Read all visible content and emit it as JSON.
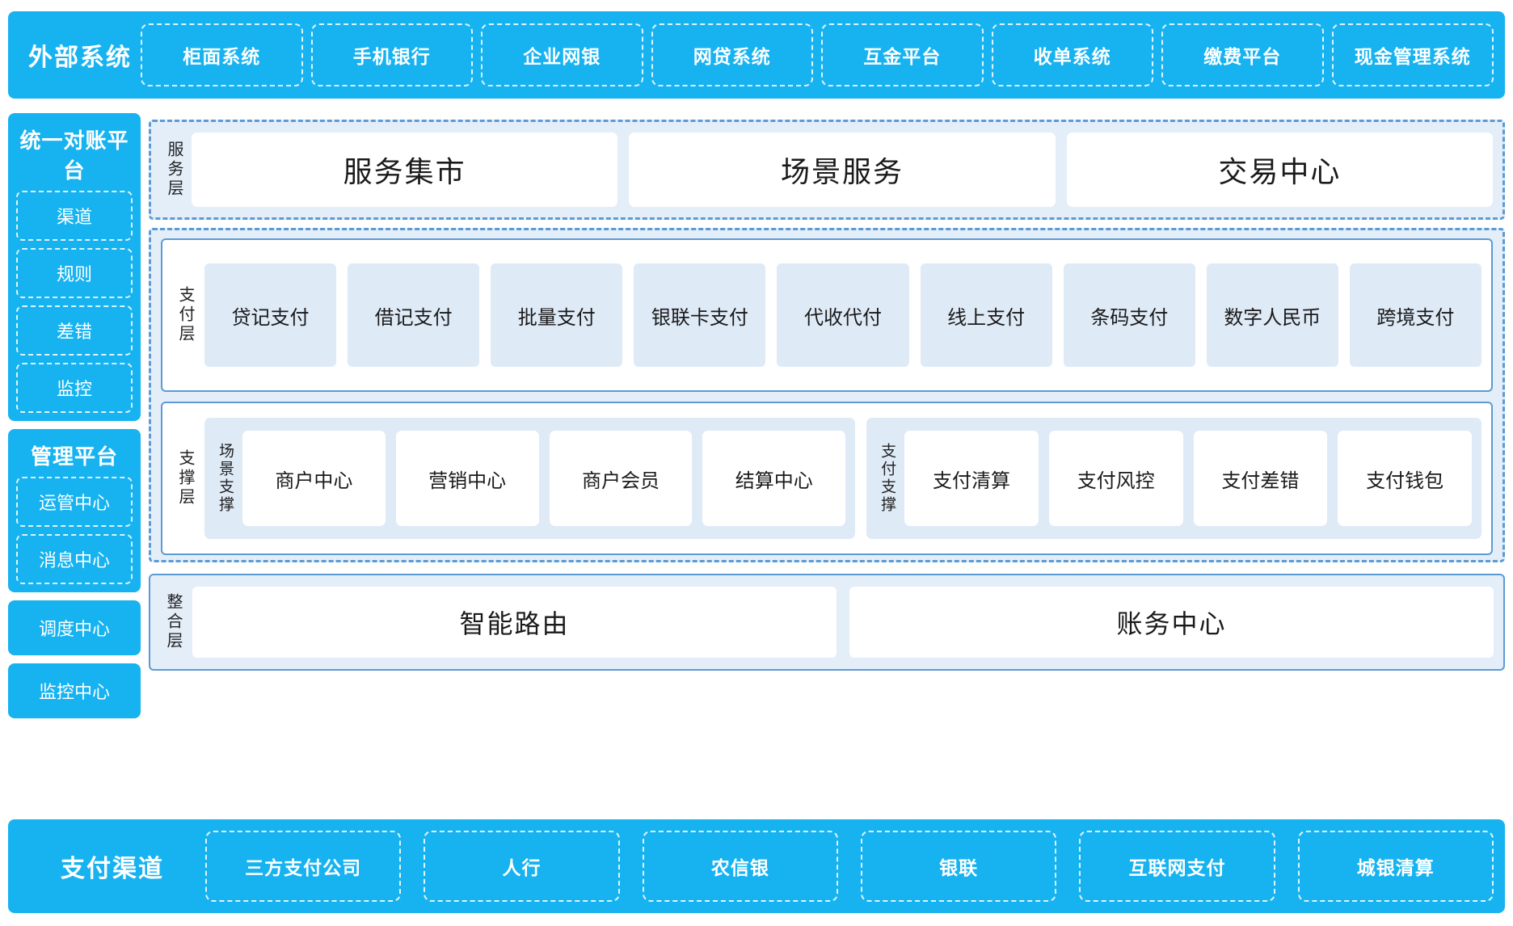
{
  "external_systems": {
    "title": "外部系统",
    "items": [
      "柜面系统",
      "手机银行",
      "企业网银",
      "网贷系统",
      "互金平台",
      "收单系统",
      "缴费平台",
      "现金管理系统"
    ]
  },
  "left_rail": {
    "reconciliation": {
      "title": "统一对账平台",
      "items": [
        "渠道",
        "规则",
        "差错",
        "监控"
      ]
    },
    "management": {
      "title": "管理平台",
      "items": [
        "运管中心",
        "消息中心"
      ]
    },
    "standalone": [
      "调度中心",
      "监控中心"
    ]
  },
  "service_layer": {
    "label": "服务层",
    "items": [
      "服务集市",
      "场景服务",
      "交易中心"
    ]
  },
  "payment_layer": {
    "label": "支付层",
    "items": [
      "贷记支付",
      "借记支付",
      "批量支付",
      "银联卡支付",
      "代收代付",
      "线上支付",
      "条码支付",
      "数字人民币",
      "跨境支付"
    ]
  },
  "support_layer": {
    "label": "支撑层",
    "groups": [
      {
        "label": "场景支撑",
        "items": [
          "商户中心",
          "营销中心",
          "商户会员",
          "结算中心"
        ]
      },
      {
        "label": "支付支撑",
        "items": [
          "支付清算",
          "支付风控",
          "支付差错",
          "支付钱包"
        ]
      }
    ]
  },
  "integration_layer": {
    "label": "整合层",
    "items": [
      "智能路由",
      "账务中心"
    ]
  },
  "payment_channels": {
    "title": "支付渠道",
    "items": [
      "三方支付公司",
      "人行",
      "农信银",
      "银联",
      "互联网支付",
      "城银清算"
    ]
  },
  "colors": {
    "brand_blue": "#17b3f0",
    "dashed_blue": "#5b9bd5",
    "panel_bg": "#e4eef9",
    "tile_bg": "#dfeaf7",
    "white": "#ffffff"
  }
}
